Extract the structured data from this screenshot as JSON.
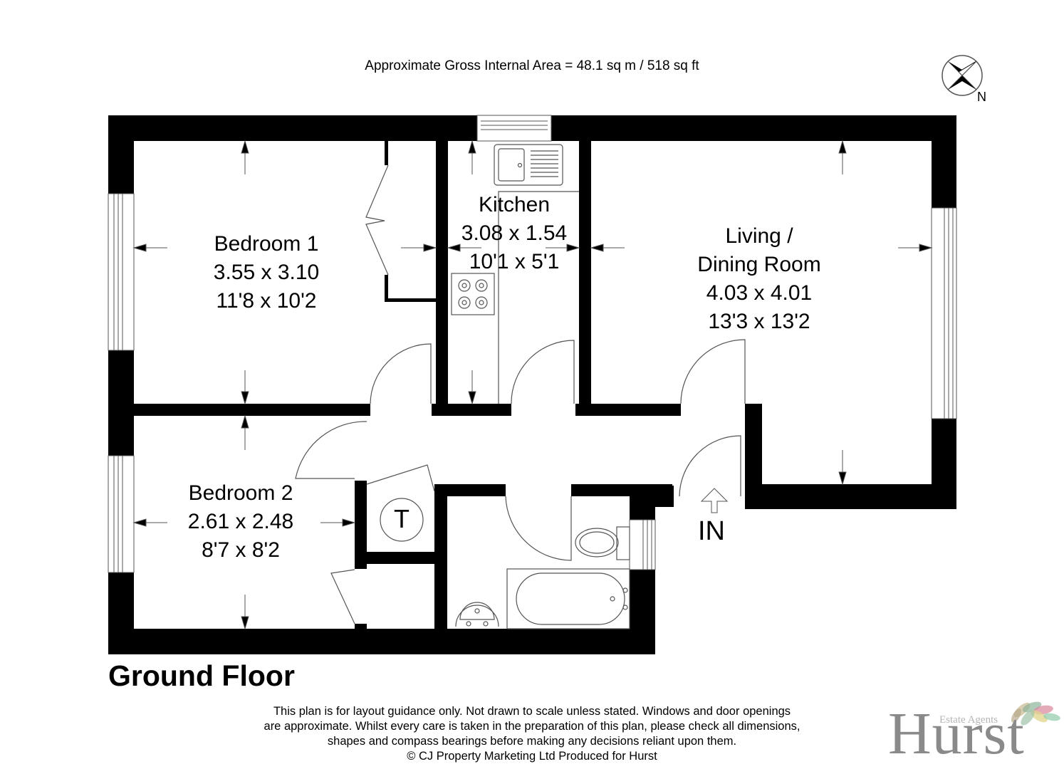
{
  "header": {
    "area_text": "Approximate Gross Internal Area = 48.1 sq m / 518 sq ft",
    "compass": {
      "icon": "compass-rose-icon",
      "north_label": "N"
    }
  },
  "rooms": [
    {
      "name": "Bedroom 1",
      "metric": "3.55 x 3.10",
      "imperial": "11'8 x 10'2"
    },
    {
      "name": "Kitchen",
      "metric": "3.08 x 1.54",
      "imperial": "10'1 x 5'1"
    },
    {
      "name_line1": "Living /",
      "name_line2": "Dining Room",
      "metric": "4.03 x 4.01",
      "imperial": "13'3 x 13'2"
    },
    {
      "name": "Bedroom 2",
      "metric": "2.61 x 2.48",
      "imperial": "8'7 x 8'2"
    }
  ],
  "fixtures": {
    "tank_label": "T",
    "entrance_label": "IN"
  },
  "footer": {
    "floor_title": "Ground Floor",
    "disclaimer_lines": [
      "This plan is for layout guidance only. Not drawn to scale unless stated. Windows and door openings",
      "are approximate. Whilst every care is taken in the preparation of this plan, please check all dimensions,",
      "shapes and compass bearings before making any decisions reliant upon them.",
      "© CJ Property Marketing Ltd Produced for Hurst"
    ],
    "logo": {
      "word": "Hurst",
      "subtitle": "Estate Agents",
      "color": "#8a8a8a"
    }
  },
  "colors": {
    "wall": "#000000",
    "line": "#555555",
    "background": "#ffffff"
  }
}
